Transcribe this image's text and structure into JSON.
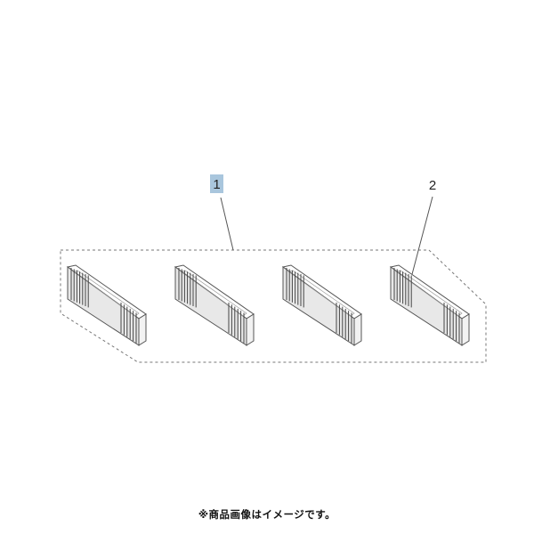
{
  "callouts": [
    {
      "label": "1",
      "highlight_color": "#a9c6dd"
    },
    {
      "label": "2"
    }
  ],
  "parts_count": 4,
  "footer": {
    "note": "※商品画像はイメージです。"
  },
  "colors": {
    "line": "#555555",
    "dash": "#777777",
    "fill_top": "#ffffff",
    "fill_side": "#e8e8e8"
  }
}
